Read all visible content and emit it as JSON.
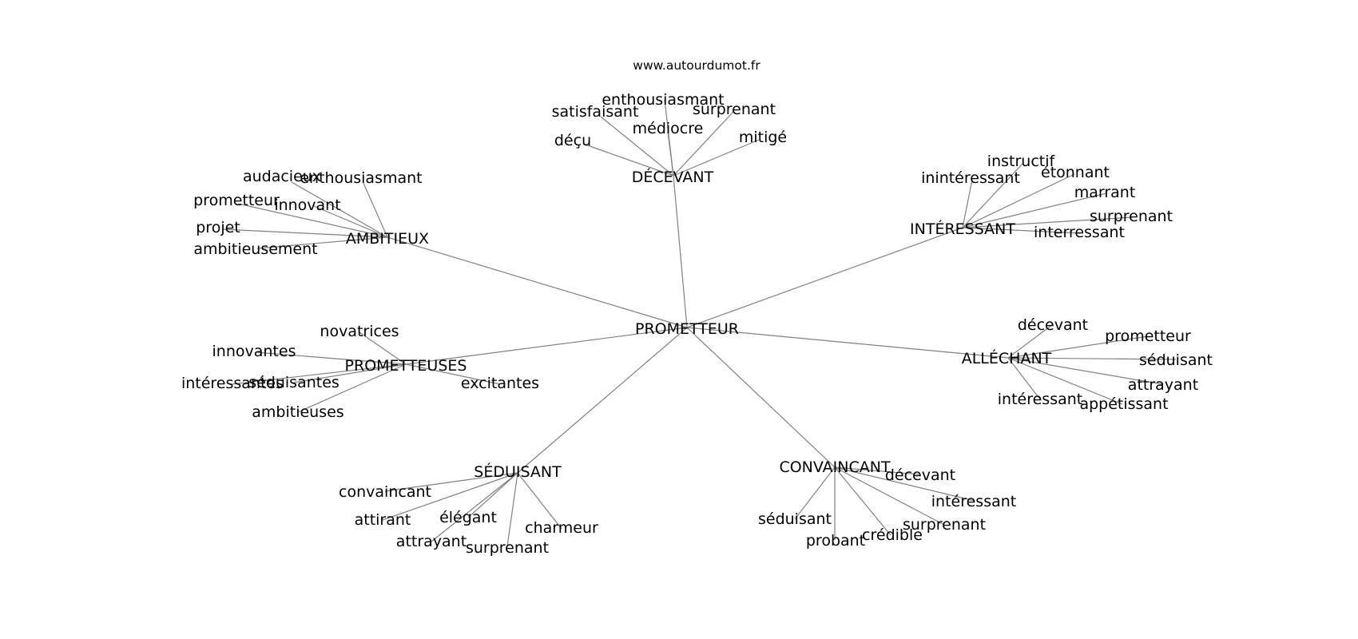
{
  "site": "www.autourdumot.fr",
  "center": "PROMETTEUR",
  "clusters": [
    {
      "label": "DÉCEVANT",
      "words": [
        "enthousiasmant",
        "satisfaisant",
        "surprenant",
        "médiocre",
        "déçu",
        "mitigé"
      ]
    },
    {
      "label": "AMBITIEUX",
      "words": [
        "audacieux",
        "enthousiasmant",
        "prometteur",
        "innovant",
        "projet",
        "ambitieusement"
      ]
    },
    {
      "label": "INTÉRESSANT",
      "words": [
        "instructif",
        "inintéressant",
        "étonnant",
        "marrant",
        "surprenant",
        "interressant"
      ]
    },
    {
      "label": "PROMETTEUSES",
      "words": [
        "novatrices",
        "innovantes",
        "intéressantes",
        "séduisantes",
        "excitantes",
        "ambitieuses"
      ]
    },
    {
      "label": "ALLÉCHANT",
      "words": [
        "décevant",
        "prometteur",
        "séduisant",
        "attrayant",
        "intéressant",
        "appétissant"
      ]
    },
    {
      "label": "SÉDUISANT",
      "words": [
        "convaincant",
        "attirant",
        "élégant",
        "charmeur",
        "attrayant",
        "surprenant"
      ]
    },
    {
      "label": "CONVAINCANT",
      "words": [
        "décevant",
        "intéressant",
        "séduisant",
        "surprenant",
        "crédible",
        "probant"
      ]
    }
  ]
}
